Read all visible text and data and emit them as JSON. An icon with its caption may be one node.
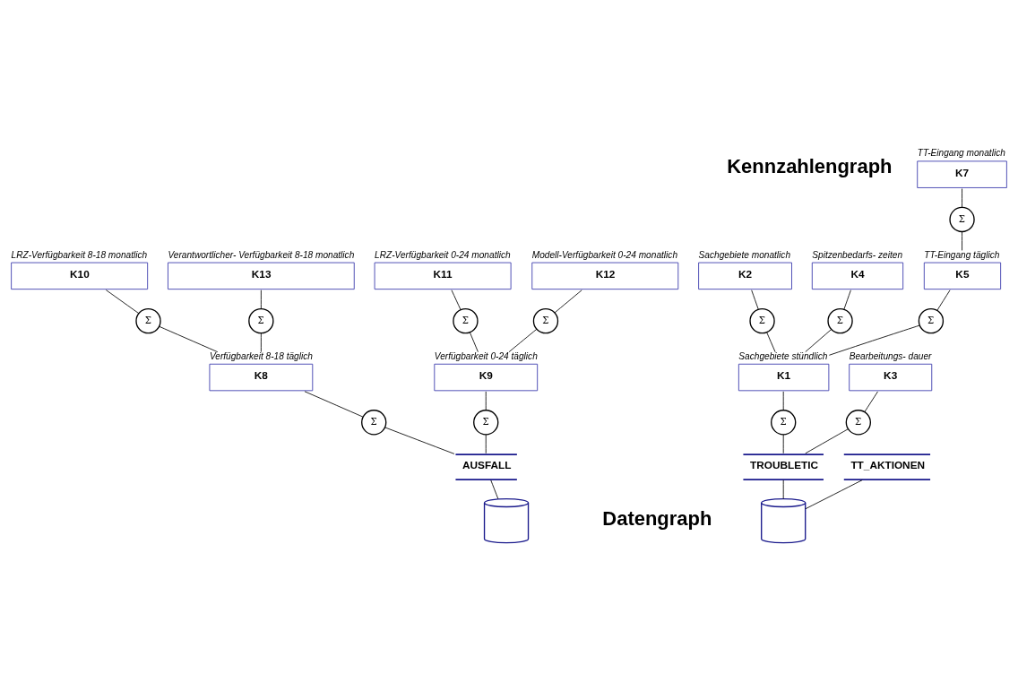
{
  "diagram": {
    "nodes": [
      {
        "text": [
          "K7"
        ],
        "beside": [
          "TT-Eingang monatlich"
        ]
      },
      {
        "text": [
          "Σ"
        ]
      },
      {
        "text": [
          "K10"
        ],
        "beside": [
          "LRZ-Verfügbarkeit 8-18 monatlich"
        ]
      },
      {
        "text": [
          "K13"
        ],
        "beside": [
          "Verantwortlicher- Verfügbarkeit 8-18 monatlich"
        ]
      },
      {
        "text": [
          "K11"
        ],
        "beside": [
          "LRZ-Verfügbarkeit 0-24 monatlich"
        ]
      },
      {
        "text": [
          "K12"
        ],
        "beside": [
          "Modell-Verfügbarkeit 0-24 monatlich"
        ]
      },
      {
        "text": [
          "K2"
        ],
        "beside": [
          "Sachgebiete monatlich"
        ]
      },
      {
        "text": [
          "K4"
        ],
        "beside": [
          "Spitzenbedarfs- zeiten"
        ]
      },
      {
        "text": [
          "K5"
        ],
        "beside": [
          "TT-Eingang täglich"
        ]
      },
      {
        "text": [
          "Σ"
        ]
      },
      {
        "text": [
          "Σ"
        ]
      },
      {
        "text": [
          "Σ"
        ]
      },
      {
        "text": [
          "Σ"
        ]
      },
      {
        "text": [
          "Σ"
        ]
      },
      {
        "text": [
          "Σ"
        ]
      },
      {
        "text": [
          "Σ"
        ]
      },
      {
        "text": [
          "K8"
        ],
        "beside": [
          "Verfügbarkeit 8-18 täglich"
        ]
      },
      {
        "text": [
          "K9"
        ],
        "beside": [
          "Verfügbarkeit 0-24 täglich"
        ]
      },
      {
        "text": [
          "K1"
        ],
        "beside": [
          "Sachgebiete stündlich"
        ]
      },
      {
        "text": [
          "K3"
        ],
        "beside": [
          "Bearbeitungs- dauer"
        ]
      },
      {
        "text": [
          "Σ"
        ]
      },
      {
        "text": [
          "Σ"
        ]
      },
      {
        "text": [
          "Σ"
        ]
      },
      {
        "text": [
          "Σ"
        ]
      },
      {
        "text": [
          "AUSFALL"
        ]
      },
      {
        "text": [
          "TROUBLETIC"
        ]
      },
      {
        "text": [
          "TT_AKTIONEN"
        ]
      },
      {
        "text": [],
        "shape": "cylinder"
      },
      {
        "text": [],
        "shape": "cylinder"
      }
    ],
    "edges": [
      {
        "from": 0,
        "to": 1,
        "arrow": "none"
      },
      {
        "from": 1,
        "to": 8,
        "arrow": "none"
      },
      {
        "from": 2,
        "to": 9,
        "arrow": "none"
      },
      {
        "from": 3,
        "to": 10,
        "arrow": "none"
      },
      {
        "from": 4,
        "to": 11,
        "arrow": "none"
      },
      {
        "from": 5,
        "to": 12,
        "arrow": "none"
      },
      {
        "from": 6,
        "to": 13,
        "arrow": "none"
      },
      {
        "from": 7,
        "to": 14,
        "arrow": "none"
      },
      {
        "from": 8,
        "to": 15,
        "arrow": "none"
      },
      {
        "from": 9,
        "to": 16,
        "arrow": "none"
      },
      {
        "from": 10,
        "to": 16,
        "arrow": "none"
      },
      {
        "from": 11,
        "to": 17,
        "arrow": "none"
      },
      {
        "from": 12,
        "to": 17,
        "arrow": "none"
      },
      {
        "from": 13,
        "to": 18,
        "arrow": "none"
      },
      {
        "from": 14,
        "to": 18,
        "arrow": "none"
      },
      {
        "from": 15,
        "to": 18,
        "arrow": "none"
      },
      {
        "from": 16,
        "to": 20,
        "arrow": "none"
      },
      {
        "from": 17,
        "to": 21,
        "arrow": "none"
      },
      {
        "from": 18,
        "to": 22,
        "arrow": "none"
      },
      {
        "from": 19,
        "to": 23,
        "arrow": "none"
      },
      {
        "from": 20,
        "to": 24,
        "arrow": "none"
      },
      {
        "from": 21,
        "to": 24,
        "arrow": "none"
      },
      {
        "from": 22,
        "to": 25,
        "arrow": "none"
      },
      {
        "from": 23,
        "to": 25,
        "arrow": "none"
      },
      {
        "from": 24,
        "to": 27,
        "arrow": "none"
      },
      {
        "from": 25,
        "to": 28,
        "arrow": "none"
      },
      {
        "from": 26,
        "to": 28,
        "arrow": "none"
      }
    ],
    "labels": [
      "Kennzahlengraph",
      "Datengraph"
    ]
  }
}
